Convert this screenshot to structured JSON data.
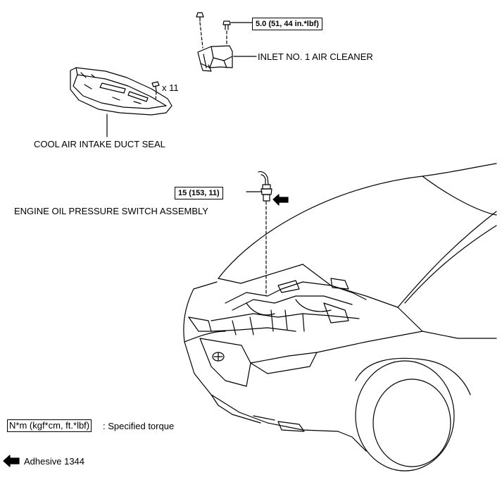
{
  "torque_inlet": "5.0 (51, 44 in.*lbf)",
  "torque_switch": "15 (153, 11)",
  "inlet_label": "INLET NO. 1 AIR CLEANER",
  "duct_label": "COOL AIR INTAKE DUCT SEAL",
  "qty_label": "x 11",
  "switch_label": "ENGINE OIL PRESSURE SWITCH ASSEMBLY",
  "legend": {
    "torque_units": "N*m (kgf*cm, ft.*lbf)",
    "torque_text": ": Specified torque",
    "adhesive_text": "Adhesive 1344"
  }
}
